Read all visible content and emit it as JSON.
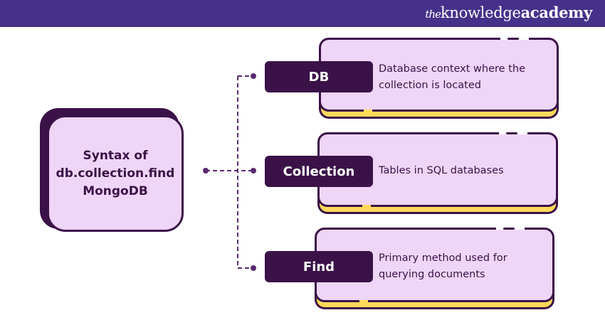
{
  "header": {
    "brand_prefix": "the",
    "brand_mid": "knowledge",
    "brand_suffix": "academy"
  },
  "main": {
    "title": "Syntax of\ndb.collection.find\nMongoDB"
  },
  "items": [
    {
      "label": "DB",
      "description": "Database context where the\ncollection is located"
    },
    {
      "label": "Collection",
      "description": "Tables in SQL databases"
    },
    {
      "label": "Find",
      "description": "Primary method used for\nquerying documents"
    }
  ],
  "colors": {
    "header": "#46318a",
    "dark_purple": "#3b1248",
    "light_purple": "#efd6f8",
    "yellow": "#ffd95a",
    "connector": "#5b2a6e"
  }
}
